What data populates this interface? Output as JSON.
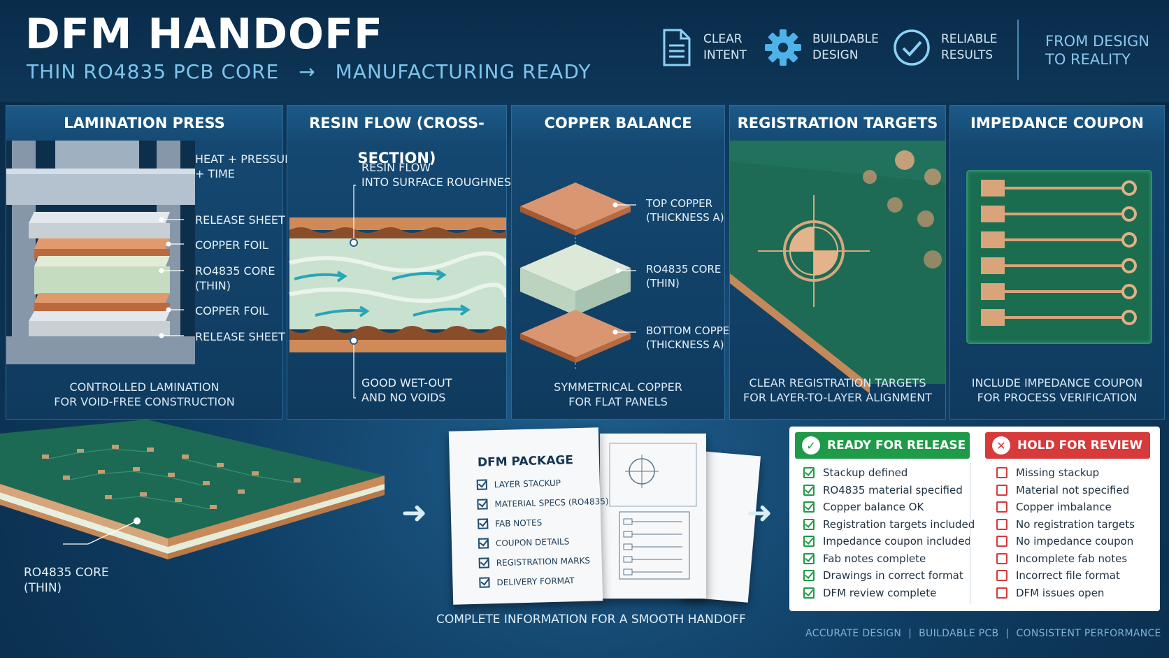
{
  "header": {
    "title": "DFM HANDOFF",
    "subtitle_left": "THIN RO4835 PCB CORE",
    "subtitle_arrow": "→",
    "subtitle_right": "MANUFACTURING READY",
    "features": [
      {
        "icon": "document-icon",
        "line1": "CLEAR",
        "line2": "INTENT"
      },
      {
        "icon": "gear-icon",
        "line1": "BUILDABLE",
        "line2": "DESIGN"
      },
      {
        "icon": "checkmark-circle-icon",
        "line1": "RELIABLE",
        "line2": "RESULTS"
      }
    ],
    "tagline_line1": "FROM DESIGN",
    "tagline_line2": "TO REALITY"
  },
  "panels": {
    "lamination": {
      "title": "LAMINATION PRESS",
      "labels": [
        "HEAT + PRESSURE",
        "+ TIME",
        "RELEASE SHEET",
        "COPPER FOIL",
        "RO4835 CORE",
        "(THIN)",
        "COPPER FOIL",
        "RELEASE SHEET"
      ],
      "caption1": "CONTROLLED LAMINATION",
      "caption2": "FOR VOID-FREE CONSTRUCTION"
    },
    "resin": {
      "title": "RESIN FLOW (CROSS-SECTION)",
      "top_label1": "RESIN FLOW",
      "top_label2": "INTO SURFACE ROUGHNESS",
      "bottom_label1": "GOOD WET-OUT",
      "bottom_label2": "AND NO VOIDS"
    },
    "copper": {
      "title": "COPPER BALANCE",
      "labels": [
        "TOP COPPER",
        "(THICKNESS A)",
        "RO4835 CORE",
        "(THIN)",
        "BOTTOM COPPER",
        "(THICKNESS A)"
      ],
      "caption1": "SYMMETRICAL COPPER",
      "caption2": "FOR FLAT PANELS"
    },
    "registration": {
      "title": "REGISTRATION TARGETS",
      "caption1": "CLEAR REGISTRATION TARGETS",
      "caption2": "FOR LAYER-TO-LAYER ALIGNMENT"
    },
    "impedance": {
      "title": "IMPEDANCE COUPON",
      "caption1": "INCLUDE IMPEDANCE COUPON",
      "caption2": "FOR PROCESS VERIFICATION"
    }
  },
  "board": {
    "label1": "RO4835 CORE",
    "label2": "(THIN)"
  },
  "package": {
    "title": "DFM PACKAGE",
    "items": [
      "LAYER STACKUP",
      "MATERIAL SPECS (RO4835)",
      "FAB NOTES",
      "COUPON DETAILS",
      "REGISTRATION MARKS",
      "DELIVERY FORMAT"
    ],
    "caption": "COMPLETE INFORMATION FOR A SMOOTH HANDOFF"
  },
  "checklist": {
    "ready": {
      "title": "READY FOR RELEASE",
      "color": "#1f9a48",
      "items": [
        "Stackup defined",
        "RO4835 material specified",
        "Copper balance OK",
        "Registration targets included",
        "Impedance coupon included",
        "Fab notes complete",
        "Drawings in correct format",
        "DFM review complete"
      ]
    },
    "hold": {
      "title": "HOLD FOR REVIEW",
      "color": "#d63a3a",
      "items": [
        "Missing stackup",
        "Material not specified",
        "Copper imbalance",
        "No registration targets",
        "No impedance coupon",
        "Incomplete fab notes",
        "Incorrect file format",
        "DFM issues open"
      ]
    }
  },
  "footer": {
    "items": [
      "ACCURATE DESIGN",
      "BUILDABLE PCB",
      "CONSISTENT PERFORMANCE"
    ],
    "separator": "|"
  }
}
